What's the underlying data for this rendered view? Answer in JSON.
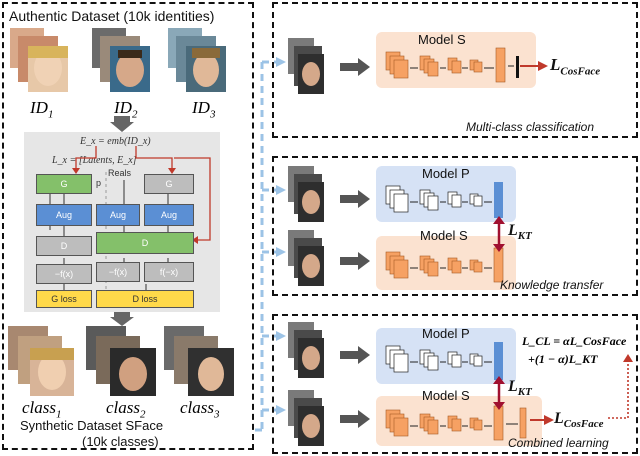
{
  "left": {
    "title": "Authentic Dataset (10k identities)",
    "ids": [
      "ID",
      "ID",
      "ID"
    ],
    "id_subs": [
      "1",
      "2",
      "3"
    ],
    "ex_formula": "E_x = emb(ID_x)",
    "lx_formula": "L_x = [Latents, E_x]",
    "reals": "Reals",
    "p_label": "p",
    "g_label": "G",
    "aug_label": "Aug",
    "d_label": "D",
    "fx_label": "−f(x)",
    "fx2_label": "−f(x)",
    "fnx_label": "f(−x)",
    "gloss_label": "G loss",
    "dloss_label": "D loss",
    "classes": [
      "class",
      "class",
      "class"
    ],
    "class_subs": [
      "1",
      "2",
      "3"
    ],
    "synthetic_title": "Synthetic Dataset SFace",
    "synthetic_sub": "(10k classes)"
  },
  "panels": [
    {
      "caption": "Multi-class classification",
      "model_s": "Model S",
      "loss": "L",
      "loss_sub": "CosFace"
    },
    {
      "caption": "Knowledge transfer",
      "model_p": "Model P",
      "model_s": "Model S",
      "loss": "L",
      "loss_sub": "KT"
    },
    {
      "caption": "Combined learning",
      "model_p": "Model P",
      "model_s": "Model S",
      "loss_kt": "L",
      "loss_kt_sub": "KT",
      "loss_cos": "L",
      "loss_cos_sub": "CosFace",
      "lcl_line1": "L_CL = αL_CosFace",
      "lcl_line2": "+(1 − α)L_KT"
    }
  ],
  "colors": {
    "model_s_panel": "#fbe2d0",
    "model_p_panel": "#d6e2f5",
    "orange_block": "#f6a163",
    "blue_block": "#5b8fd4",
    "red_arrow": "#c0392b",
    "dash_arrow": "#9cc3e6"
  }
}
